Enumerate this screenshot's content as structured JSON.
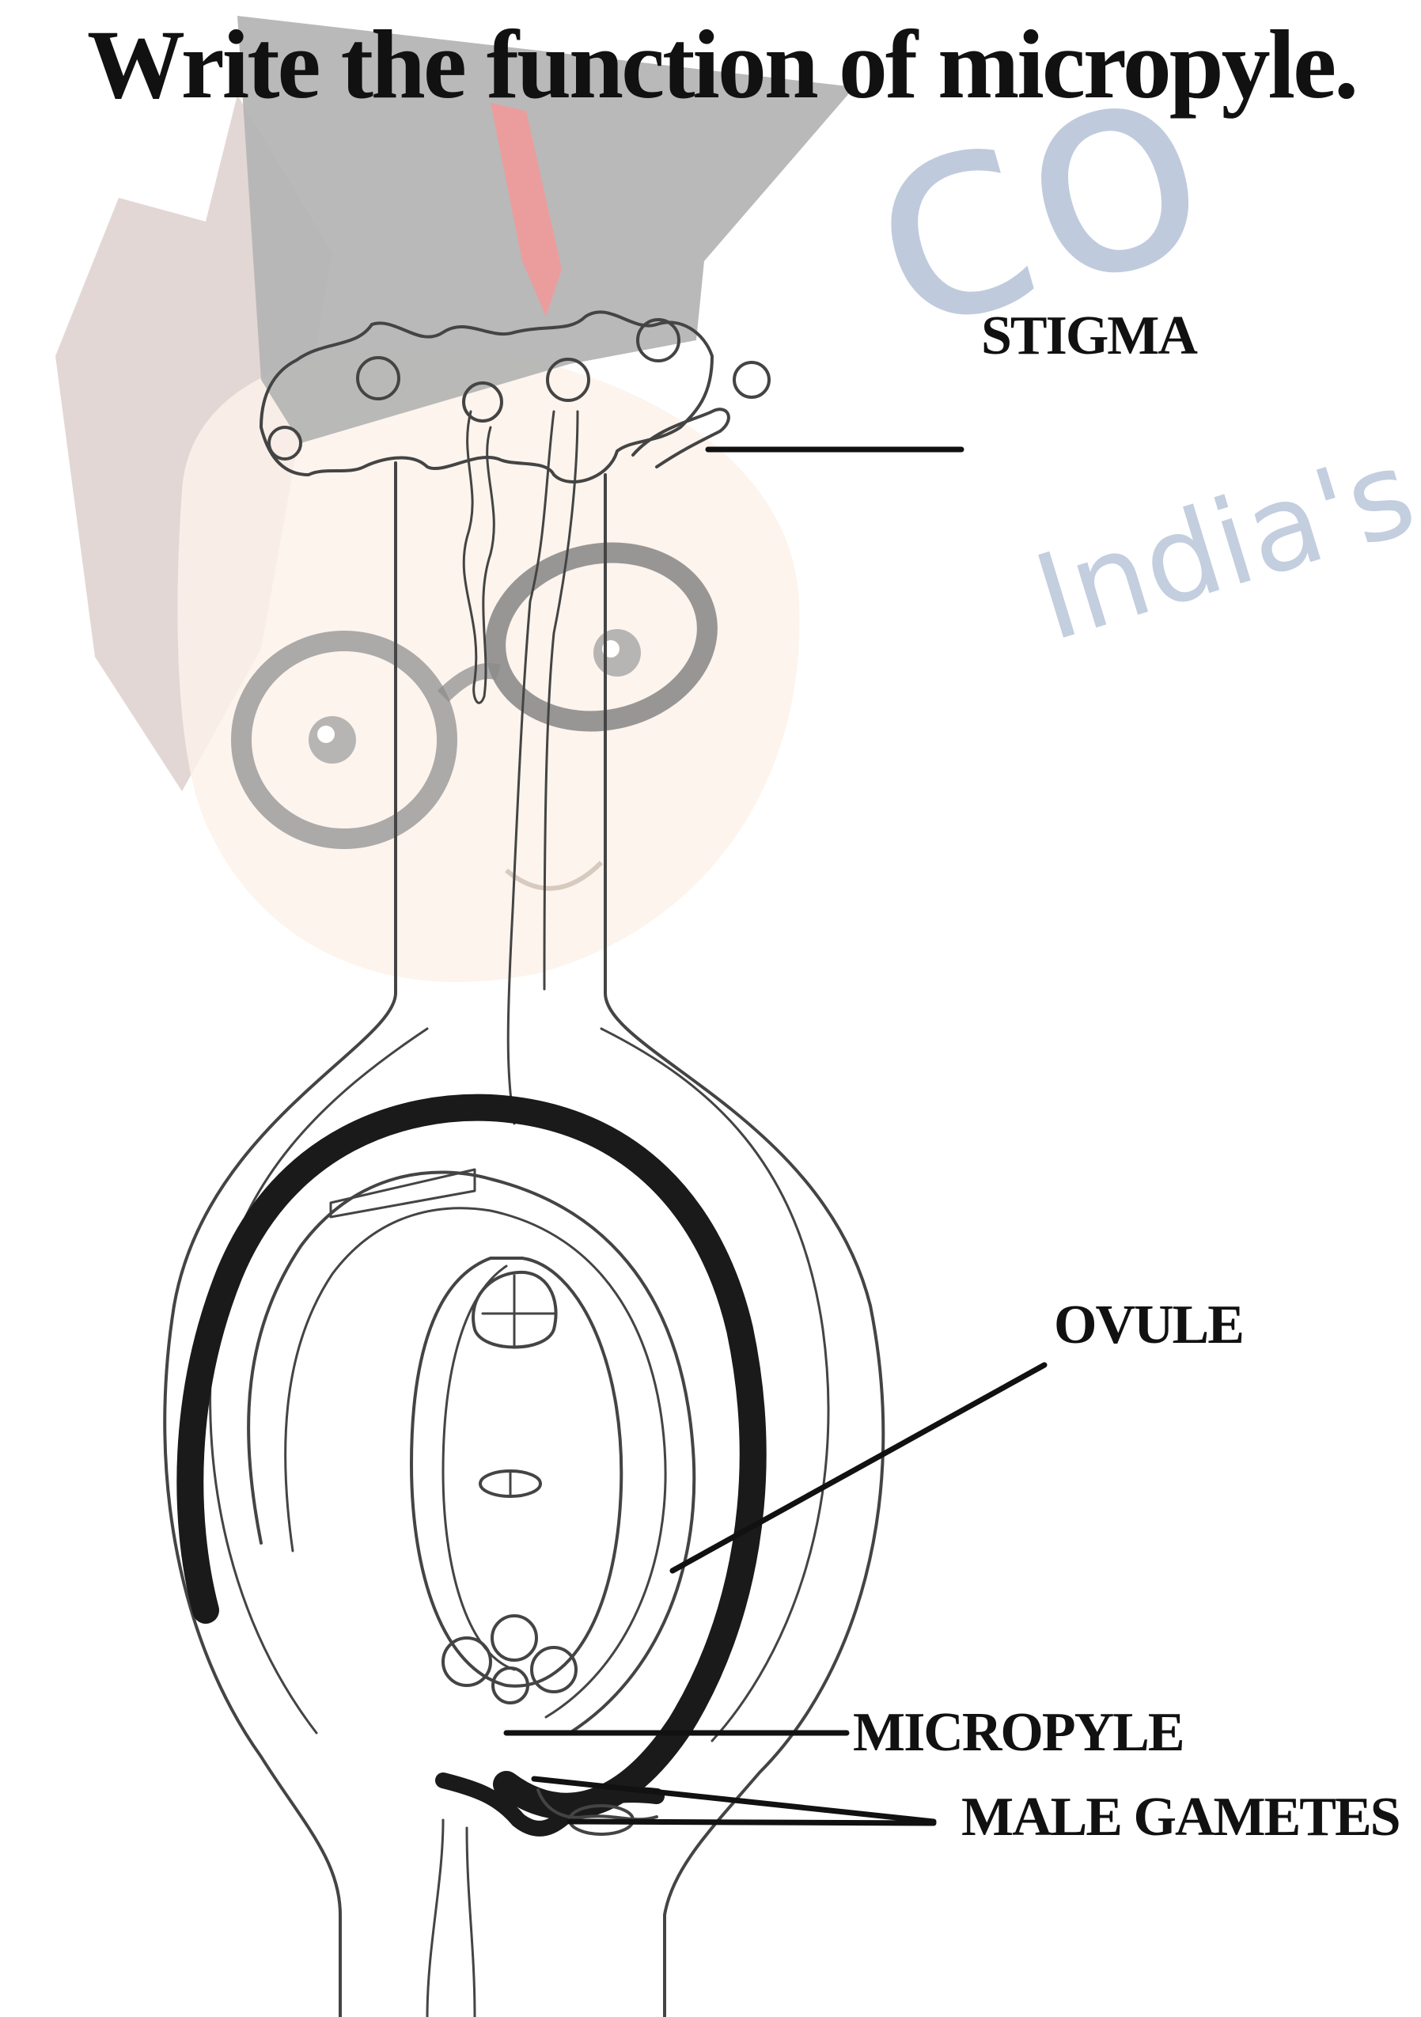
{
  "title": "Write the function of micropyle.",
  "labels": {
    "stigma": "STIGMA",
    "ovule": "OVULE",
    "micropyle": "MICROPYLE",
    "male_gametes": "MALE GAMETES"
  },
  "watermark": {
    "brand_text": "co",
    "tagline_text": "India's",
    "brand_color": "#b9c6da",
    "hat_color": "#b5b5b5"
  }
}
